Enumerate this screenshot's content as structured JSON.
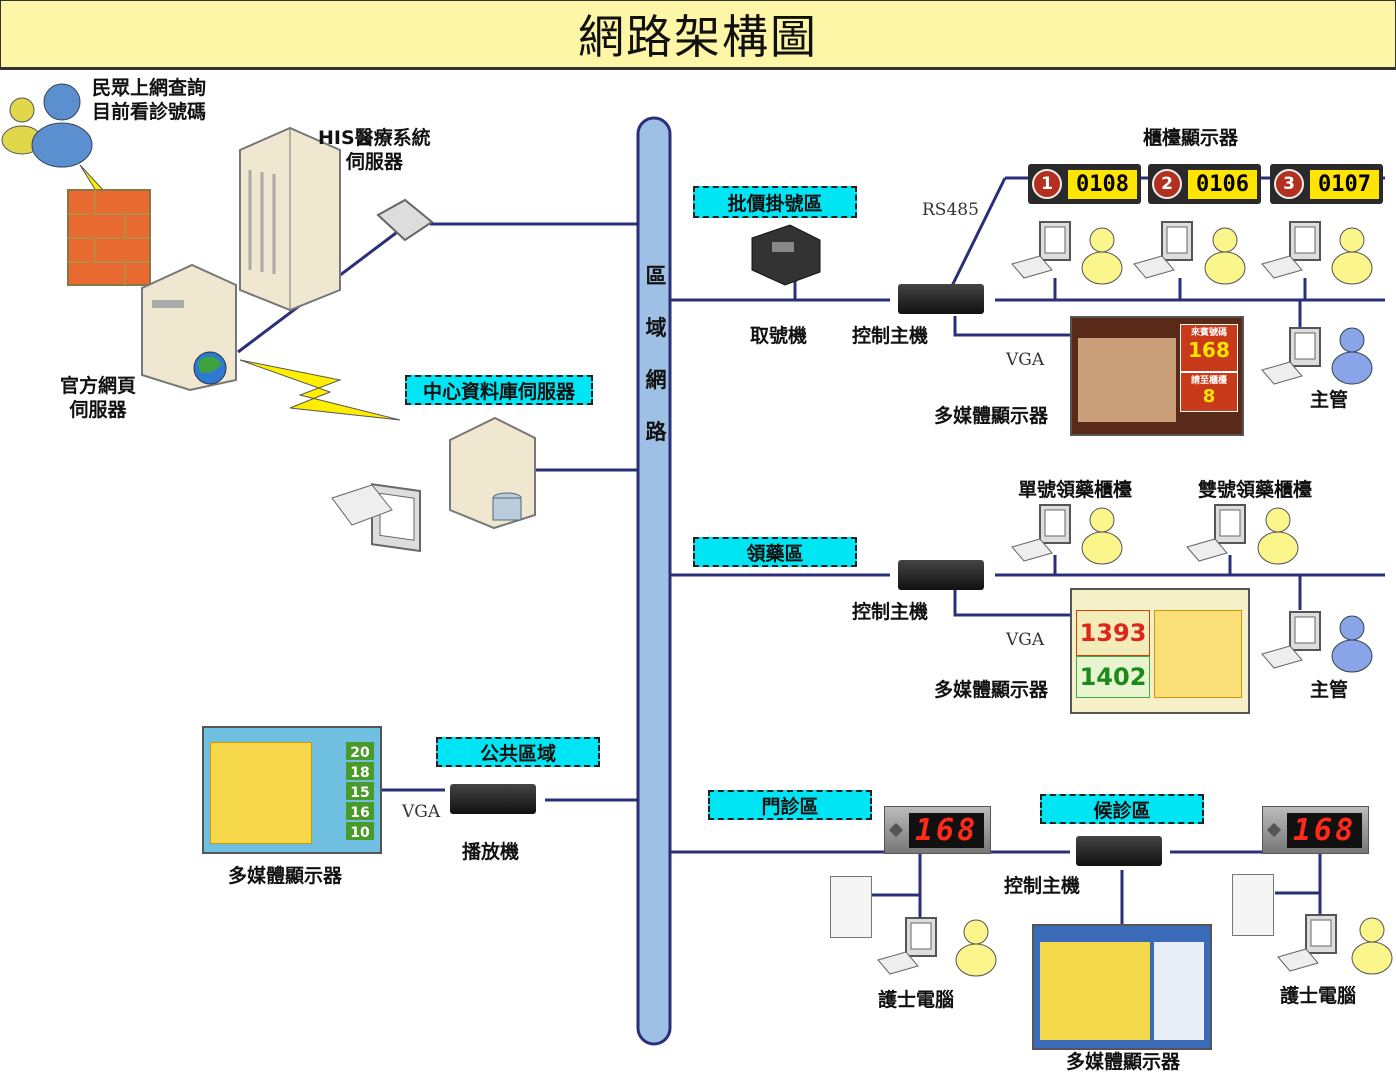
{
  "title": "網路架構圖",
  "backbone_label": [
    "區",
    "域",
    "網",
    "路"
  ],
  "labels": {
    "public_query": "民眾上網查詢\n目前看診號碼",
    "his_server": "HIS醫療系統\n伺服器",
    "web_server": "官方網頁\n伺服器",
    "db_server": "中心資料庫伺服器",
    "counter_display": "櫃檯顯示器",
    "rs485": "RS485",
    "ticket_machine": "取號機",
    "control_host_1": "控制主機",
    "vga_1": "VGA",
    "multimedia_1": "多媒體顯示器",
    "supervisor_1": "主管",
    "odd_counter": "單號領藥櫃檯",
    "even_counter": "雙號領藥櫃檯",
    "control_host_2": "控制主機",
    "vga_2": "VGA",
    "multimedia_2": "多媒體顯示器",
    "supervisor_2": "主管",
    "vga_3": "VGA",
    "player": "播放機",
    "multimedia_3": "多媒體顯示器",
    "control_host_3": "控制主機",
    "nurse_pc_1": "護士電腦",
    "nurse_pc_2": "護士電腦",
    "multimedia_4": "多媒體顯示器"
  },
  "zones": {
    "registration": "批價掛號區",
    "pharmacy": "領藥區",
    "public": "公共區域",
    "clinic": "門診區",
    "waiting": "候診區"
  },
  "counters": [
    {
      "index": "1",
      "number": "0108"
    },
    {
      "index": "2",
      "number": "0106"
    },
    {
      "index": "3",
      "number": "0107"
    }
  ],
  "display1": {
    "top_label": "來賓號碼",
    "top_value": "168",
    "bottom_label": "請至櫃檯",
    "bottom_value": "8"
  },
  "display2": {
    "value_1": "1393",
    "value_2": "1402"
  },
  "display3": {
    "values": [
      "20",
      "18",
      "15",
      "16",
      "10"
    ]
  },
  "led_displays": [
    "168",
    "168"
  ],
  "colors": {
    "wire": "#2b2f7a",
    "backbone": "#9ec0e4",
    "zone": "#00e5f3",
    "title_bg": "#fdf6a6"
  }
}
